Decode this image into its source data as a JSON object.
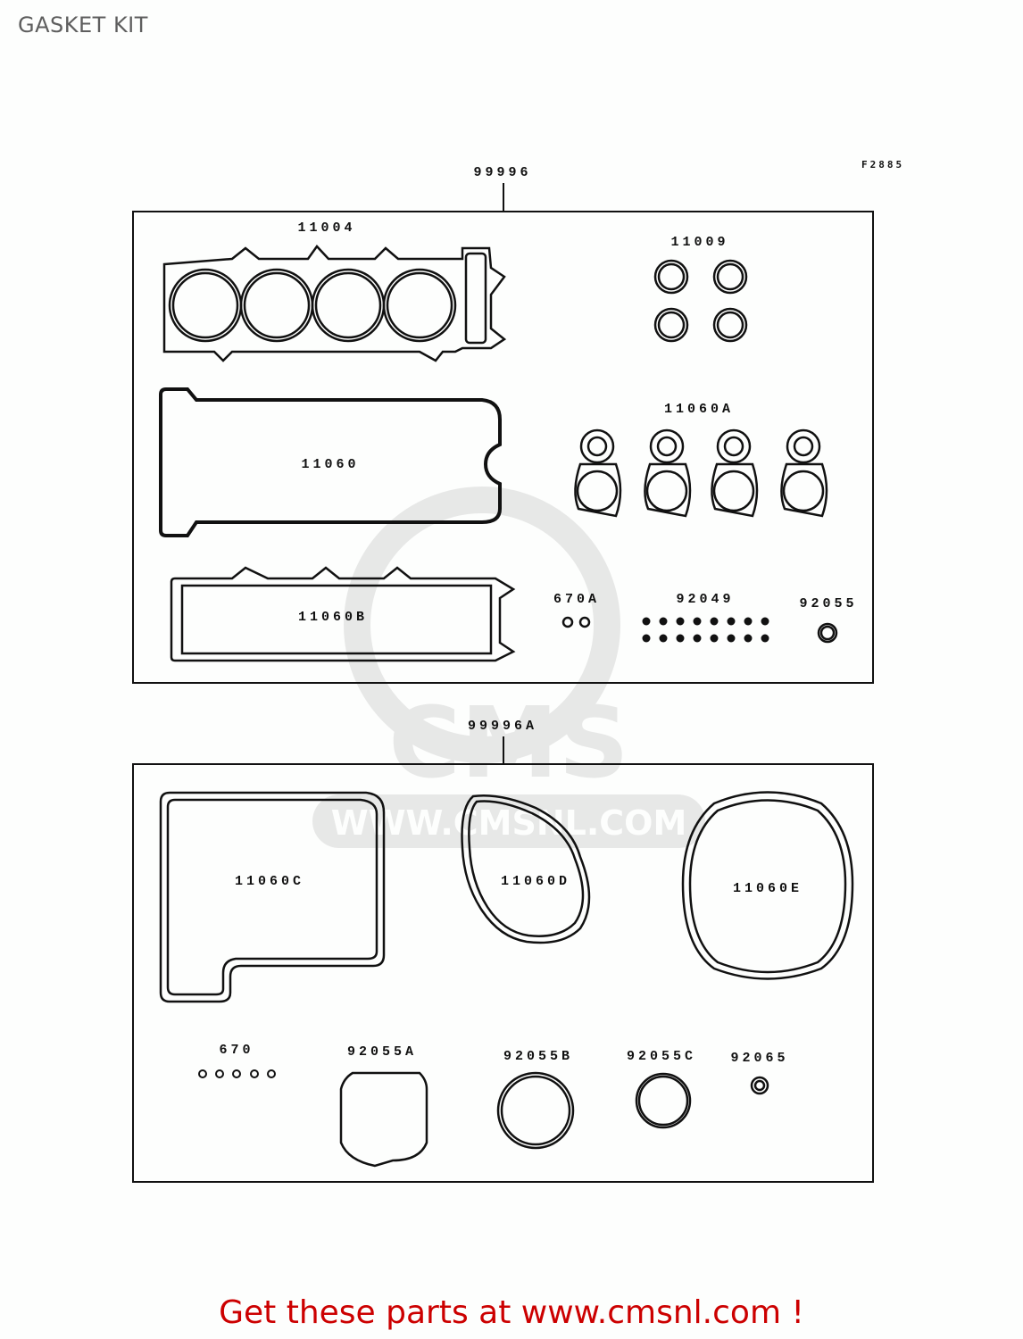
{
  "page_title": "GASKET KIT",
  "figure_code": "F2885",
  "kits": [
    {
      "part_no": "99996",
      "parts": [
        {
          "part_no": "11004",
          "description": "cylinder-head-gasket"
        },
        {
          "part_no": "11009",
          "description": "o-rings (4)"
        },
        {
          "part_no": "11060",
          "description": "head-cover-gasket"
        },
        {
          "part_no": "11060A",
          "description": "plug-hole-gaskets (4)"
        },
        {
          "part_no": "11060B",
          "description": "cam-cover-gasket"
        },
        {
          "part_no": "670A",
          "description": "small-o-rings (2)"
        },
        {
          "part_no": "92049",
          "description": "oil-seals (16)"
        },
        {
          "part_no": "92055",
          "description": "o-ring"
        }
      ]
    },
    {
      "part_no": "99996A",
      "parts": [
        {
          "part_no": "11060C",
          "description": "oil-pan-gasket"
        },
        {
          "part_no": "11060D",
          "description": "generator-cover-gasket"
        },
        {
          "part_no": "11060E",
          "description": "clutch-cover-gasket"
        },
        {
          "part_no": "670",
          "description": "small-o-rings (5)"
        },
        {
          "part_no": "92055A",
          "description": "o-ring"
        },
        {
          "part_no": "92055B",
          "description": "o-ring"
        },
        {
          "part_no": "92055C",
          "description": "o-ring"
        },
        {
          "part_no": "92065",
          "description": "washer"
        }
      ]
    }
  ],
  "watermark": {
    "text": "WWW.CMSNL.COM",
    "brand": "CMS"
  },
  "footer": {
    "text": "Get these parts at www.cmsnl.com !",
    "color": "#cc0000"
  }
}
